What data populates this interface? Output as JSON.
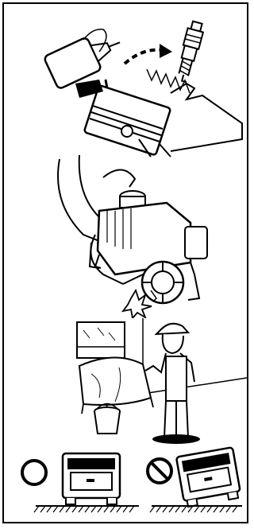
{
  "document": {
    "panels": [
      {
        "id": "storage-spark-plug-oil",
        "icon": "oil-bottle-piston-spark-plug-illustration"
      },
      {
        "id": "pull-recoil-starter",
        "icon": "hands-pulling-starter-illustration"
      },
      {
        "id": "cover-generator",
        "icon": "person-covering-generator-illustration"
      },
      {
        "id": "storage-orientation",
        "icon": "upright-vs-tilted-generator-illustration"
      }
    ],
    "symbols": {
      "allowed": "circle-ok-icon",
      "prohibited": "prohibited-icon"
    },
    "colors": {
      "ink": "#000000",
      "paper": "#ffffff"
    }
  }
}
